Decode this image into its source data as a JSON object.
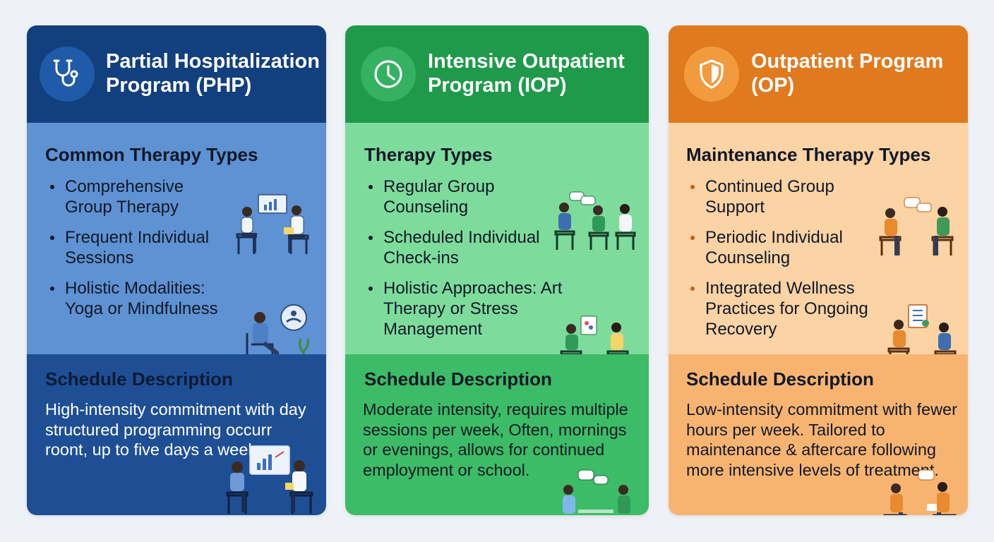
{
  "colors": {
    "php_header": "#123f7e",
    "php_therapy": "#5e92d3",
    "php_schedule": "#1e4f95",
    "iop_header": "#1f9a4a",
    "iop_therapy": "#7ddc9c",
    "iop_schedule": "#3cbc66",
    "op_header": "#e07a1f",
    "op_therapy": "#fbd3a4",
    "op_schedule": "#f7b471"
  },
  "php": {
    "icon": "stethoscope-icon",
    "title": "Partial Hospitalization Program (PHP)",
    "therapy_heading": "Common Therapy Types",
    "therapy_items": [
      "Comprehensive Group Therapy",
      "Frequent Individual Sessions",
      "Holistic Modalities: Yoga or Mindfulness"
    ],
    "schedule_heading": "Schedule Description",
    "schedule_text": "High-intensity commitment with day structured programming occurr roont, up to five days a week."
  },
  "iop": {
    "icon": "clock-icon",
    "title": "Intensive Outpatient Program (IOP)",
    "therapy_heading": "Therapy Types",
    "therapy_items": [
      "Regular Group Counseling",
      "Scheduled Individual Check-ins",
      "Holistic Approaches: Art Therapy or Stress Management"
    ],
    "schedule_heading": "Schedule Description",
    "schedule_text": "Moderate intensity, requires multiple sessions per week, Often, mornings or evenings, allows for continued employment or school."
  },
  "op": {
    "icon": "shield-icon",
    "title": "Outpatient Program (OP)",
    "therapy_heading": "Maintenance Therapy Types",
    "therapy_items": [
      "Continued Group Support",
      "Periodic Individual Counseling",
      "Integrated Wellness Practices for Ongoing Recovery"
    ],
    "schedule_heading": "Schedule Description",
    "schedule_text": "Low-intensity commitment with fewer hours per week. Tailored to maintenance & aftercare following more intensive levels of treatment."
  }
}
